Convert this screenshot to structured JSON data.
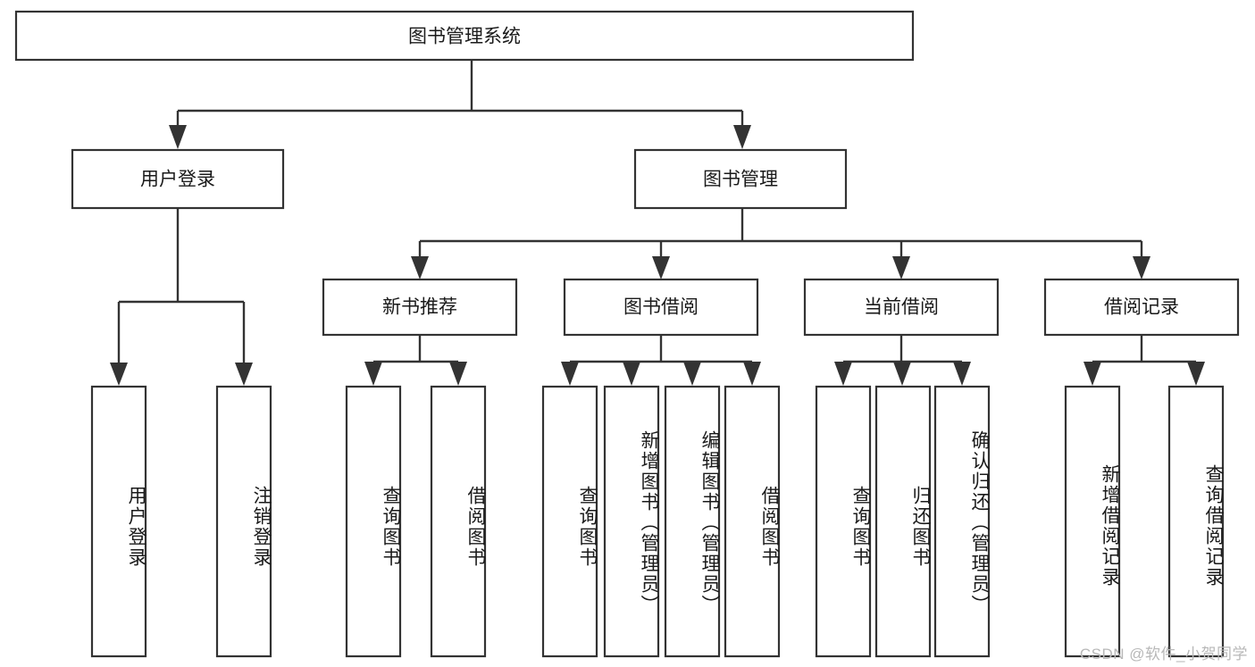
{
  "diagram": {
    "title": "图书管理系统",
    "type": "tree-hierarchy-diagram",
    "orientation": "top-down",
    "colors": {
      "background": "#ffffff",
      "box_stroke": "#333333",
      "box_fill": "#ffffff",
      "connector": "#333333",
      "text": "#1a1a1a",
      "watermark": "#b8b8b8"
    },
    "root": {
      "label": "图书管理系统",
      "orientation": "horizontal"
    },
    "level2": [
      {
        "label": "用户登录",
        "orientation": "horizontal"
      },
      {
        "label": "图书管理",
        "orientation": "horizontal"
      }
    ],
    "level3": [
      {
        "label": "新书推荐",
        "orientation": "horizontal"
      },
      {
        "label": "图书借阅",
        "orientation": "horizontal"
      },
      {
        "label": "当前借阅",
        "orientation": "horizontal"
      },
      {
        "label": "借阅记录",
        "orientation": "horizontal"
      }
    ],
    "leaves": {
      "user_login": [
        {
          "label": "用户登录",
          "orientation": "vertical"
        },
        {
          "label": "注销登录",
          "orientation": "vertical"
        }
      ],
      "new_book_recommend": [
        {
          "label": "查询图书",
          "orientation": "vertical"
        },
        {
          "label": "借阅图书",
          "orientation": "vertical"
        }
      ],
      "book_borrow": [
        {
          "label": "查询图书",
          "orientation": "vertical"
        },
        {
          "label": "新增图书（管理员）",
          "orientation": "vertical"
        },
        {
          "label": "编辑图书（管理员）",
          "orientation": "vertical"
        },
        {
          "label": "借阅图书",
          "orientation": "vertical"
        }
      ],
      "current_borrow": [
        {
          "label": "查询图书",
          "orientation": "vertical"
        },
        {
          "label": "归还图书",
          "orientation": "vertical"
        },
        {
          "label": "确认归还（管理员）",
          "orientation": "vertical"
        }
      ],
      "borrow_record": [
        {
          "label": "新增借阅记录",
          "orientation": "vertical"
        },
        {
          "label": "查询借阅记录",
          "orientation": "vertical"
        }
      ]
    },
    "watermark": "CSDN @软件_小贺同学"
  }
}
